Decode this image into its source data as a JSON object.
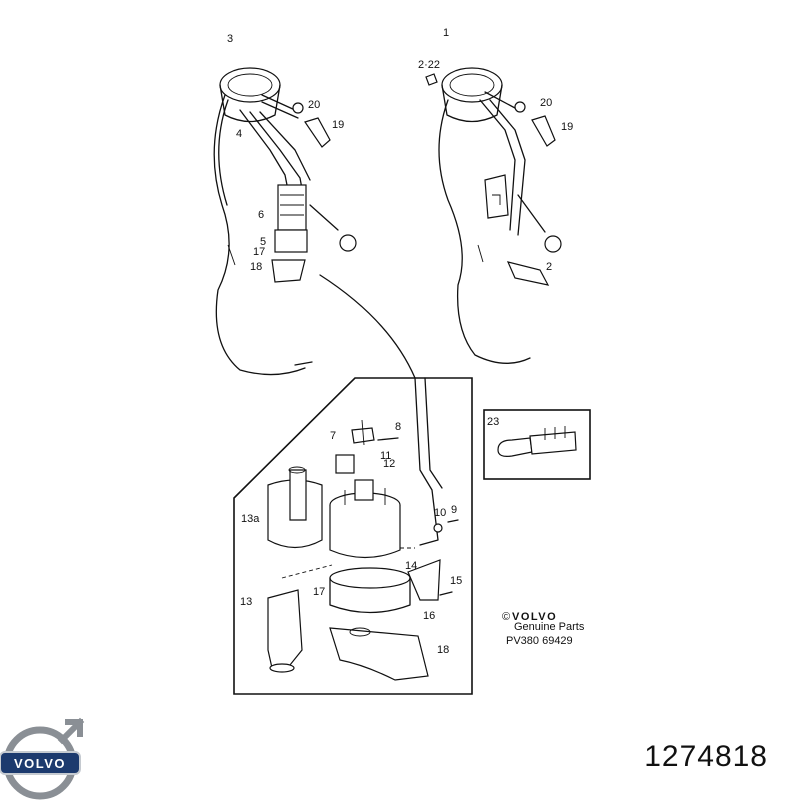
{
  "part_number": "1274818",
  "brand": {
    "logo_text": "VOLVO",
    "name": "VOLVO",
    "tagline": "Genuine Parts",
    "copyright": "©"
  },
  "reference_code": "PV380  69429",
  "callouts": {
    "c3": "3",
    "c4": "4",
    "c20a": "20",
    "c19a": "19",
    "c6": "6",
    "c5": "5",
    "c17a": "17",
    "c18a": "18",
    "c1": "1",
    "c2_22": "2·22",
    "c20b": "20",
    "c19b": "19",
    "c2": "2",
    "c7": "7",
    "c8": "8",
    "c11": "11",
    "c12": "12",
    "c13a": "13a",
    "c10": "10",
    "c9": "9",
    "c14": "14",
    "c15": "15",
    "c16": "16",
    "c17b": "17",
    "c13": "13",
    "c18b": "18",
    "c23": "23"
  }
}
